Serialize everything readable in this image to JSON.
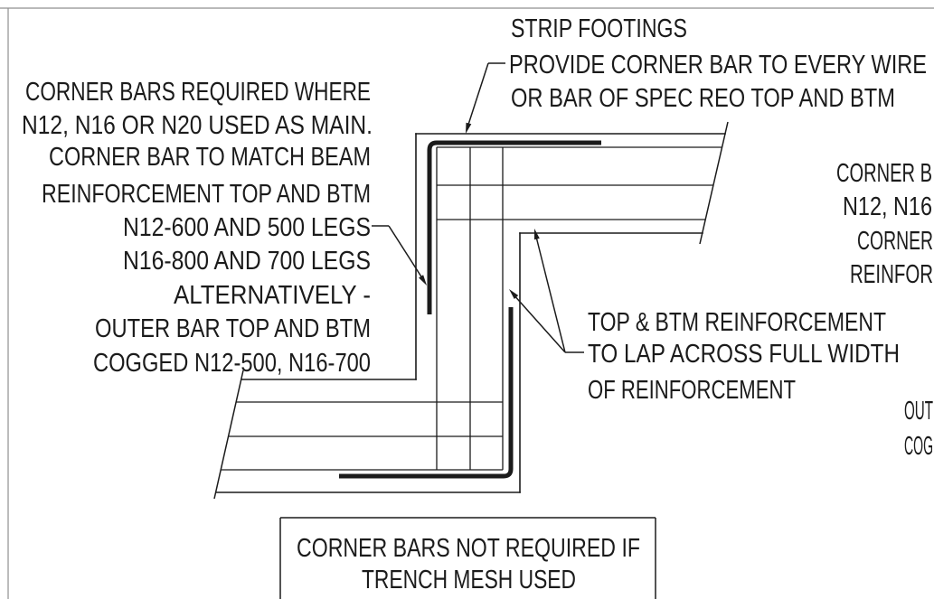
{
  "colors": {
    "line": "#1b1b1b",
    "frame": "#8f8f8f",
    "background": "#ffffff"
  },
  "strip_footings_note": {
    "title": "STRIP FOOTINGS",
    "lines": [
      "PROVIDE CORNER BAR TO EVERY WIRE",
      "OR BAR OF SPEC REO TOP AND BTM"
    ]
  },
  "corner_bar_note": {
    "lines": [
      "CORNER BARS REQUIRED WHERE",
      "N12, N16 OR N20 USED AS MAIN.",
      "CORNER BAR TO MATCH BEAM",
      "REINFORCEMENT TOP AND BTM",
      "N12-600 AND 500 LEGS",
      "N16-800 AND 700 LEGS",
      "ALTERNATIVELY -",
      "OUTER BAR TOP AND BTM",
      "COGGED N12-500, N16-700"
    ]
  },
  "lap_note": {
    "lines": [
      "TOP & BTM REINFORCEMENT",
      "TO LAP ACROSS FULL WIDTH",
      "OF REINFORCEMENT"
    ]
  },
  "boxed_note": {
    "lines": [
      "CORNER BARS NOT REQUIRED IF",
      "TRENCH MESH USED"
    ]
  },
  "cropped_right_note": {
    "lines": [
      "CORNER B",
      "N12, N16",
      "CORNER",
      "REINFOR",
      "OUT",
      "COG"
    ]
  }
}
